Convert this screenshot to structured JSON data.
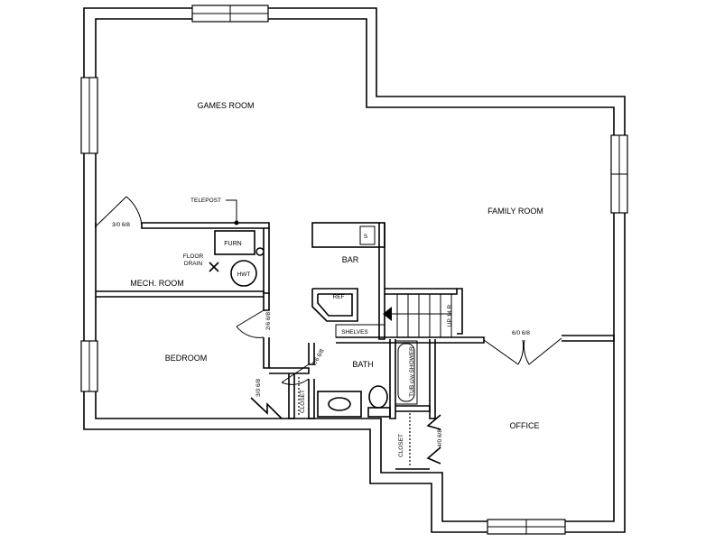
{
  "rooms": {
    "games": "GAMES ROOM",
    "family": "FAMILY ROOM",
    "bar": "BAR",
    "mech": "MECH. ROOM",
    "bedroom": "BEDROOM",
    "bath": "BATH",
    "office": "OFFICE"
  },
  "fixtures": {
    "furn": "FURN",
    "hwt": "HWT",
    "ref": "REF",
    "shelves": "SHELVES",
    "sink": "S",
    "tub": "TUB c/w SHOWER",
    "closet_bed": "CLOSET",
    "closet_office": "CLOSET",
    "telepost": "TELEPOST",
    "floor_drain_1": "FLOOR",
    "floor_drain_2": "DRAIN",
    "stairs": "UP 14 R"
  },
  "doors": {
    "mech": "3/0 6/8",
    "bedroom": "2/6 6/8",
    "bath": "2/6 6/8",
    "closet_bed": "3/0 6/8",
    "family_office": "6/0 6/8",
    "closet_office": "4/0 6/8"
  }
}
